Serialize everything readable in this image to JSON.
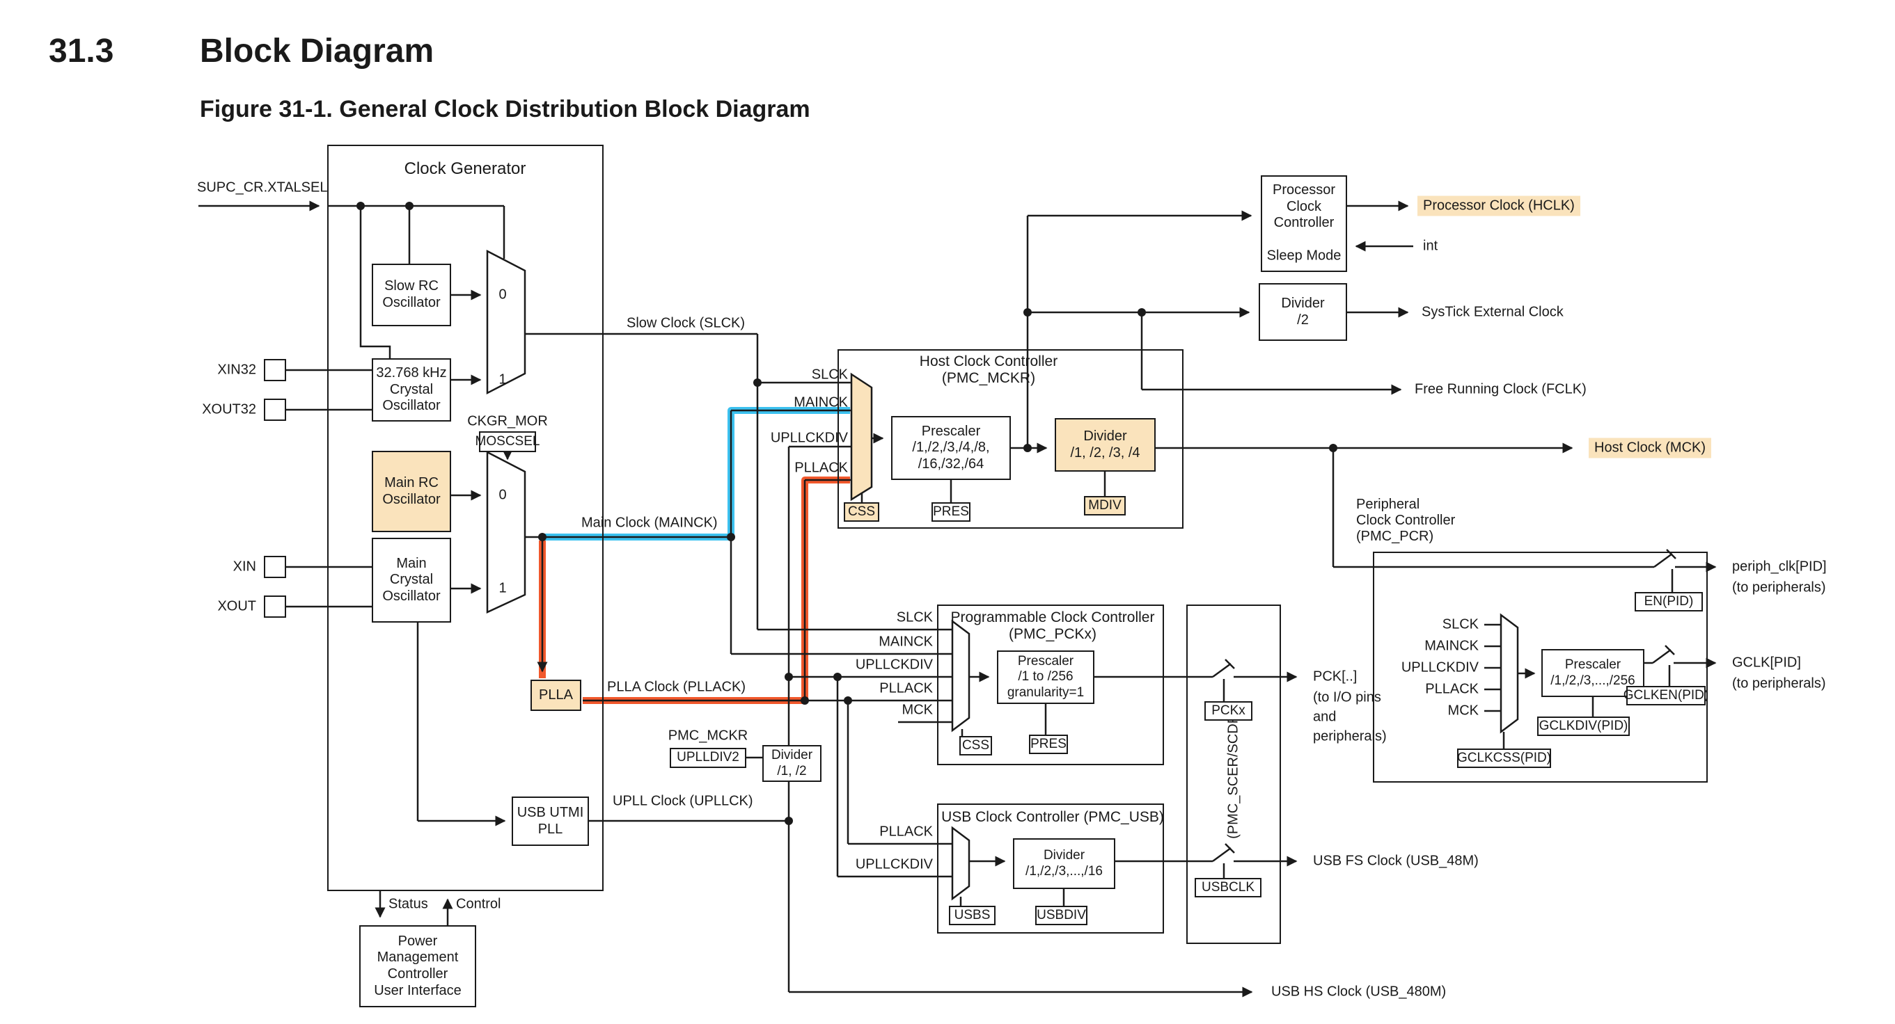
{
  "page": {
    "section_number": "31.3",
    "section_title": "Block Diagram",
    "figure_caption": "Figure 31-1. General Clock Distribution Block Diagram"
  },
  "colors": {
    "tan": "#FAE3BC",
    "blue_path": "#3CC1EF",
    "red_path": "#F1582C",
    "line": "#1a1a1a"
  },
  "clock_generator": {
    "title": "Clock Generator",
    "supc_signal": "SUPC_CR.XTALSEL",
    "slow_rc_oscillator": "Slow RC\nOscillator",
    "crystal_32k_oscillator": "32.768 kHz\nCrystal\nOscillator",
    "main_rc_oscillator": "Main RC\nOscillator",
    "main_crystal_oscillator": "Main\nCrystal\nOscillator",
    "pad_xin32": "XIN32",
    "pad_xout32": "XOUT32",
    "pad_xin": "XIN",
    "pad_xout": "XOUT",
    "ckgr_mor_label": "CKGR_MOR",
    "moscsel": "MOSCSEL",
    "mux_in0": "0",
    "mux_in1": "1",
    "mux2_in0": "0",
    "mux2_in1": "1",
    "plla": "PLLA",
    "usb_utmi_pll": "USB UTMI\nPLL",
    "status_label": "Status",
    "control_label": "Control",
    "pmc_user_interface": "Power\nManagement\nController\nUser Interface"
  },
  "signals": {
    "slow_clock": "Slow Clock (SLCK)",
    "main_clock": "Main Clock (MAINCK)",
    "plla_clock": "PLLA Clock (PLLACK)",
    "upll_clock": "UPLL Clock (UPLLCK)",
    "pmc_mckr_label": "PMC_MCKR",
    "uplldiv2": "UPLLDIV2",
    "upll_divider": "Divider\n/1, /2"
  },
  "hcc": {
    "title": "Host Clock Controller\n(PMC_MCKR)",
    "in_slck": "SLCK",
    "in_mainck": "MAINCK",
    "in_upllckdiv": "UPLLCKDIV",
    "in_pllack": "PLLACK",
    "prescaler": "Prescaler\n/1,/2,/3,/4,/8,\n/16,/32,/64",
    "divider": "Divider\n/1, /2, /3, /4",
    "css": "CSS",
    "pres": "PRES",
    "mdiv": "MDIV"
  },
  "proc": {
    "controller": "Processor\nClock\nController",
    "sleep_mode": "Sleep Mode",
    "hclk_label": "Processor Clock (HCLK)",
    "int_label": "int",
    "divider2": "Divider\n/2",
    "systick_label": "SysTick External Clock",
    "fclk_label": "Free Running Clock (FCLK)",
    "mck_label": "Host Clock (MCK)"
  },
  "pcc": {
    "title": "Programmable Clock Controller\n(PMC_PCKx)",
    "in_slck": "SLCK",
    "in_mainck": "MAINCK",
    "in_upllckdiv": "UPLLCKDIV",
    "in_pllack": "PLLACK",
    "in_mck": "MCK",
    "prescaler": "Prescaler\n/1 to /256\ngranularity=1",
    "css": "CSS",
    "pres": "PRES"
  },
  "scer": {
    "label": "(PMC_SCER/SCDR)",
    "pckx": "PCKx",
    "usbclk": "USBCLK"
  },
  "pck_output": {
    "line1": "PCK[..]",
    "line2": "(to I/O pins",
    "line3": "and",
    "line4": "peripherals)"
  },
  "usb": {
    "title": "USB Clock Controller (PMC_USB)",
    "in_pllack": "PLLACK",
    "in_upllckdiv": "UPLLCKDIV",
    "divider": "Divider\n/1,/2,/3,...,/16",
    "usbs": "USBS",
    "usbdiv": "USBDIV",
    "usb_fs_label": "USB FS Clock (USB_48M)",
    "usb_hs_label": "USB HS Clock (USB_480M)"
  },
  "pcr": {
    "label": "Peripheral\nClock Controller\n(PMC_PCR)",
    "in_slck": "SLCK",
    "in_mainck": "MAINCK",
    "in_upllckdiv": "UPLLCKDIV",
    "in_pllack": "PLLACK",
    "in_mck": "MCK",
    "prescaler": "Prescaler\n/1,/2,/3,...,/256",
    "en_pid": "EN(PID)",
    "gclken_pid": "GCLKEN(PID)",
    "gclkdiv_pid": "GCLKDIV(PID)",
    "gclkcss_pid": "GCLKCSS(PID)",
    "periph_clk": "periph_clk[PID]",
    "periph_to": "(to peripherals)",
    "gclk": "GCLK[PID]",
    "gclk_to": "(to peripherals)"
  }
}
